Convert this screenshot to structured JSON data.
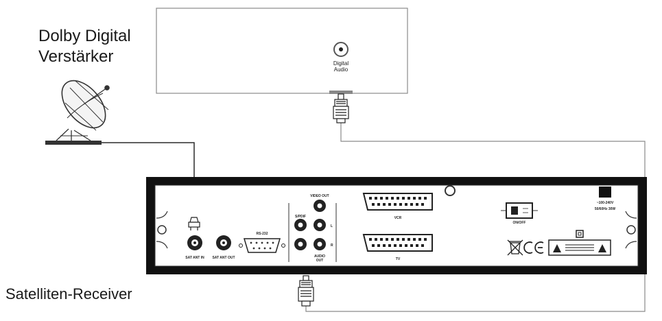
{
  "amplifier": {
    "name_line1": "Dolby Digital",
    "name_line2": "Verstärker",
    "port_label_line1": "Digital",
    "port_label_line2": "Audio"
  },
  "receiver": {
    "name": "Satelliten-Receiver",
    "sat_in_label": "SAT ANT IN",
    "sat_out_label": "SAT ANT OUT",
    "serial_label": "RS-232",
    "video_out_label": "VIDEO OUT",
    "spdif_label": "S/PDIF",
    "audio_out_line1": "AUDIO",
    "audio_out_line2": "OUT",
    "left_label": "L",
    "right_label": "R",
    "scart_vcr_label": "VCR",
    "scart_tv_label": "TV",
    "power_switch_label": "ON/OFF",
    "power_line1": "~100-240V",
    "power_line2": "50/60Hz 30W"
  },
  "colors": {
    "line": "#2a2a2a",
    "cable": "#7a7a7a",
    "frame": "#111111"
  }
}
